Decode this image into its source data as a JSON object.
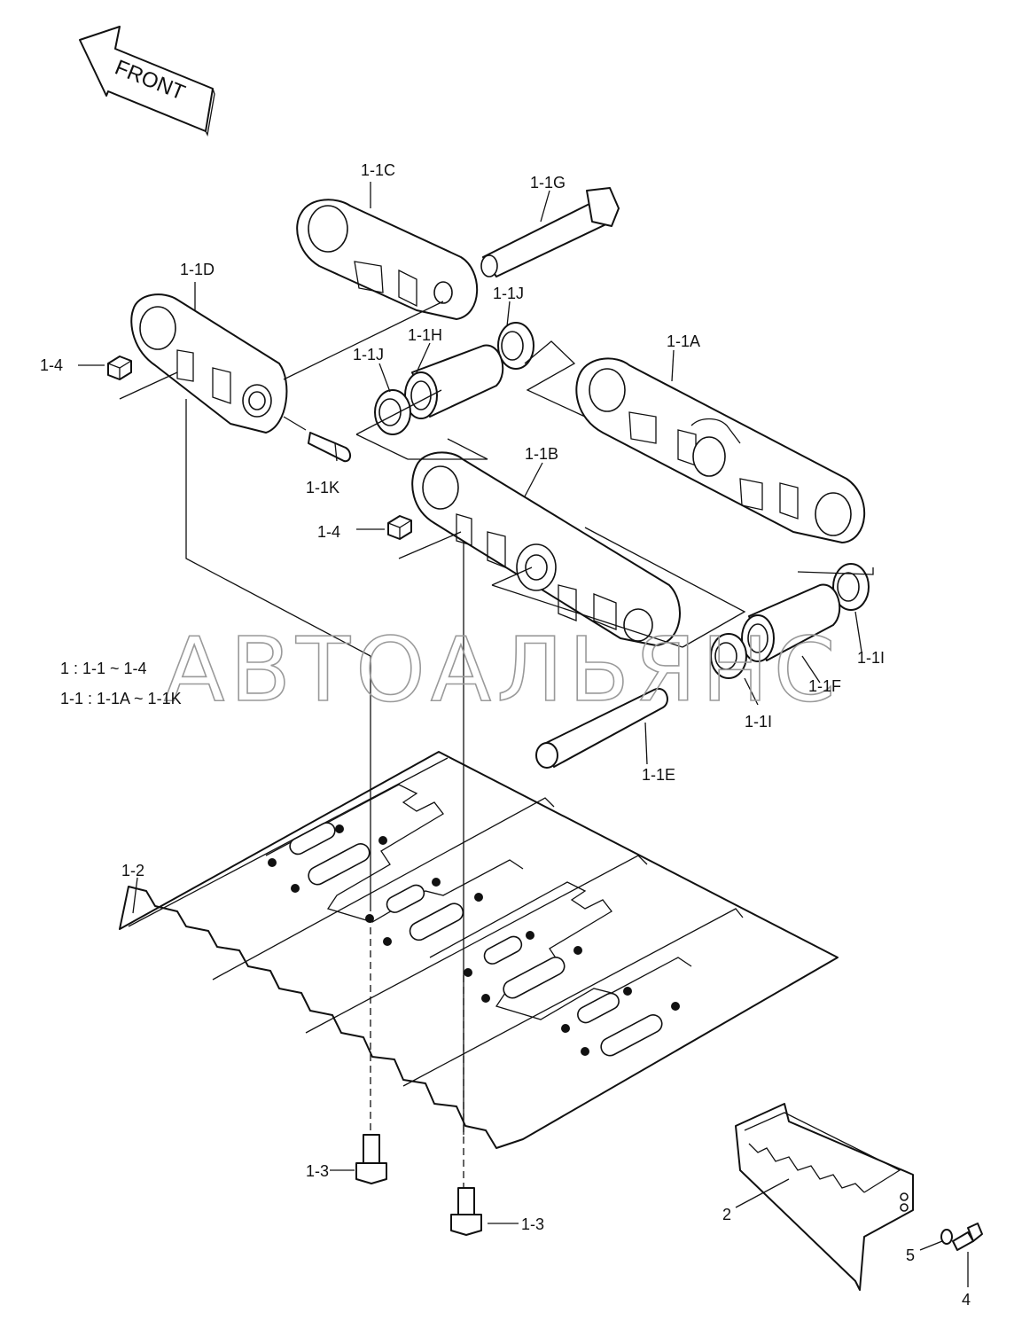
{
  "front_label": "FRONT",
  "watermark": "АВТОАЛЬЯНС",
  "notes": {
    "line1": "1 : 1-1 ~ 1-4",
    "line2": "1-1 : 1-1A ~ 1-1K"
  },
  "labels": {
    "l_1_1C": "1-1C",
    "l_1_1G": "1-1G",
    "l_1_1D": "1-1D",
    "l_1_1J_a": "1-1J",
    "l_1_1H": "1-1H",
    "l_1_1J_b": "1-1J",
    "l_1_1A": "1-1A",
    "l_1_4_a": "1-4",
    "l_1_1K": "1-1K",
    "l_1_1B": "1-1B",
    "l_1_4_b": "1-4",
    "l_1_1I_a": "1-1I",
    "l_1_1F": "1-1F",
    "l_1_1I_b": "1-1I",
    "l_1_1E": "1-1E",
    "l_1_2": "1-2",
    "l_1_3_a": "1-3",
    "l_1_3_b": "1-3",
    "l_2": "2",
    "l_5": "5",
    "l_4": "4"
  }
}
